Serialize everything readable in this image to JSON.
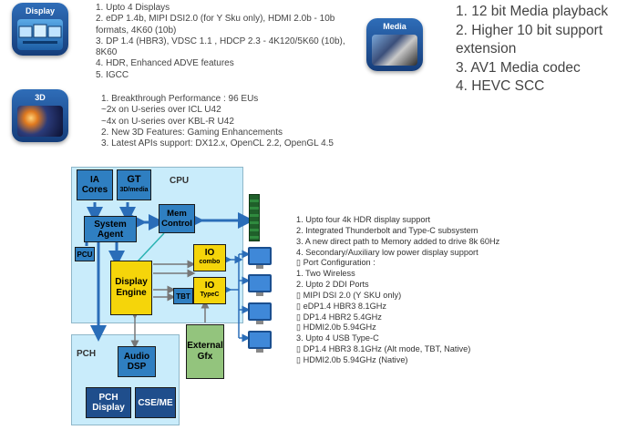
{
  "icons": {
    "display_label": "Display",
    "three_d_label": "3D",
    "media_label": "Media"
  },
  "display_lines": [
    "1. Upto 4 Displays",
    "2. eDP 1.4b, MIPI DSI2.0 (for Y Sku only), HDMI 2.0b - 10b",
    "formats, 4K60 (10b)",
    "3. DP 1.4 (HBR3), VDSC 1.1 , HDCP 2.3 - 4K120/5K60 (10b),",
    "8K60",
    "4. HDR, Enhanced ADVE features",
    "5. IGCC"
  ],
  "three_d_lines": [
    "1. Breakthrough Performance : 96 EUs",
    "~2x on U-series over ICL U42",
    "~4x on U-series over KBL-R U42",
    "2. New 3D Features: Gaming Enhancements",
    "3. Latest APIs support: DX12.x, OpenCL 2.2, OpenGL 4.5"
  ],
  "media_lines": [
    "1. 12 bit Media playback",
    "2. Higher 10 bit support",
    "extension",
    "3. AV1 Media codec",
    "4. HEVC SCC"
  ],
  "diagram": {
    "cpu_label": "CPU",
    "ia_cores": "IA Cores",
    "gt": "GT",
    "gt_sub": "3D/media",
    "mem_control": "Mem Control",
    "system_agent": "System Agent",
    "pcu": "PCU",
    "io_combo": "IO",
    "io_combo_sub": "combo",
    "display_engine": "Display Engine",
    "tbt": "TBT",
    "io_typec": "IO",
    "io_typec_sub": "TypeC",
    "pch_label": "PCH",
    "audio_dsp": "Audio DSP",
    "external_gfx": "External Gfx",
    "pch_display": "PCH Display",
    "cse_me": "CSE/ME"
  },
  "feature_lines": [
    "1. Upto four 4k HDR display support",
    "2. Integrated Thunderbolt and Type-C subsystem",
    "3. A new direct path to Memory added to drive 8k 60Hz",
    "4. Secondary/Auxiliary low power display support",
    "▯ Port Configuration :",
    "1. Two Wireless",
    "2. Upto 2 DDI Ports",
    "▯ MIPI DSI 2.0 (Y SKU only)",
    "▯ eDP1.4 HBR3 8.1GHz",
    "▯ DP1.4 HBR2 5.4GHz",
    "▯ HDMI2.0b 5.94GHz",
    "3. Upto 4 USB Type-C",
    "▯ DP1.4 HBR3 8.1GHz (Alt mode, TBT, Native)",
    "▯ HDMI2.0b 5.94GHz (Native)"
  ],
  "colors": {
    "cpu_bg": "#c9ecfb",
    "pch_bg": "#c9ecfb",
    "block_blue": "#2f7fc1",
    "block_yellow": "#f5d50a",
    "block_green": "#93c47d",
    "block_navy": "#1f4e8c",
    "link_blue": "#2a6db8",
    "teal_line": "#2bb3b3"
  }
}
